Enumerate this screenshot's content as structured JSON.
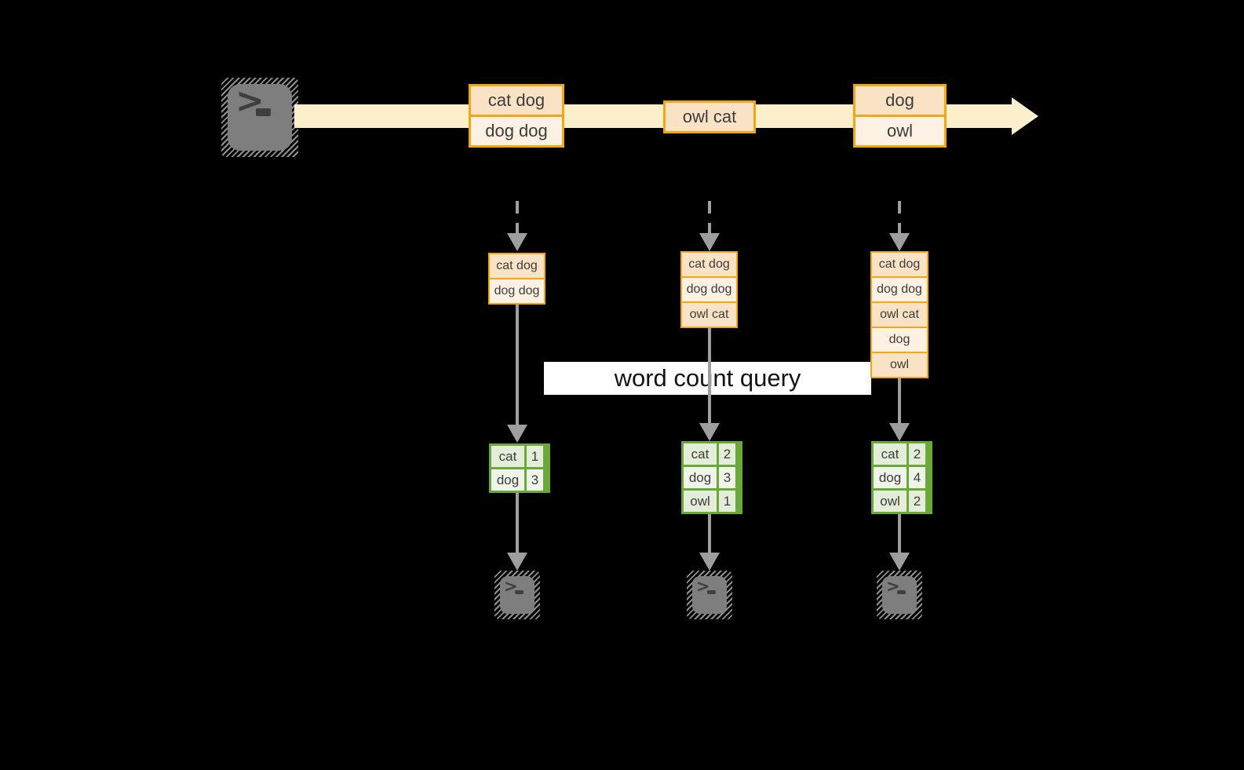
{
  "colors": {
    "background": "#000000",
    "stream_band": "#FCEFCB",
    "record_border": "#F2A713",
    "record_fill_peach": "#FAE3C4",
    "record_fill_cream": "#FCF1E2",
    "table_border": "#6AA839",
    "table_fill_dark": "#E4EDD9",
    "table_fill_light": "#F0F5EA",
    "connector_gray": "#9E9E9E",
    "terminal_gray": "#7E7E7E",
    "query_band_bg": "#FFFFFF",
    "text_dark": "#3C3C3C"
  },
  "icons": {
    "source": "terminal-icon",
    "sink": "terminal-icon",
    "prompt_chevron": ">"
  },
  "stream": {
    "records": [
      {
        "rows": [
          {
            "text": "cat dog",
            "tone": "peach"
          },
          {
            "text": "dog dog",
            "tone": "cream"
          }
        ]
      },
      {
        "rows": [
          {
            "text": "owl cat",
            "tone": "peach"
          }
        ]
      },
      {
        "rows": [
          {
            "text": "dog",
            "tone": "peach"
          },
          {
            "text": "owl",
            "tone": "cream"
          }
        ]
      }
    ]
  },
  "query": {
    "label": "word count query"
  },
  "columns": [
    {
      "buffer": [
        {
          "text": "cat dog",
          "tone": "peach"
        },
        {
          "text": "dog dog",
          "tone": "cream"
        }
      ],
      "counts": [
        {
          "word": "cat",
          "value": "1"
        },
        {
          "word": "dog",
          "value": "3"
        }
      ]
    },
    {
      "buffer": [
        {
          "text": "cat dog",
          "tone": "peach"
        },
        {
          "text": "dog dog",
          "tone": "cream"
        },
        {
          "text": "owl cat",
          "tone": "peach"
        }
      ],
      "counts": [
        {
          "word": "cat",
          "value": "2"
        },
        {
          "word": "dog",
          "value": "3"
        },
        {
          "word": "owl",
          "value": "1"
        }
      ]
    },
    {
      "buffer": [
        {
          "text": "cat dog",
          "tone": "peach"
        },
        {
          "text": "dog dog",
          "tone": "cream"
        },
        {
          "text": "owl cat",
          "tone": "peach"
        },
        {
          "text": "dog",
          "tone": "cream"
        },
        {
          "text": "owl",
          "tone": "peach"
        }
      ],
      "counts": [
        {
          "word": "cat",
          "value": "2"
        },
        {
          "word": "dog",
          "value": "4"
        },
        {
          "word": "owl",
          "value": "2"
        }
      ]
    }
  ]
}
